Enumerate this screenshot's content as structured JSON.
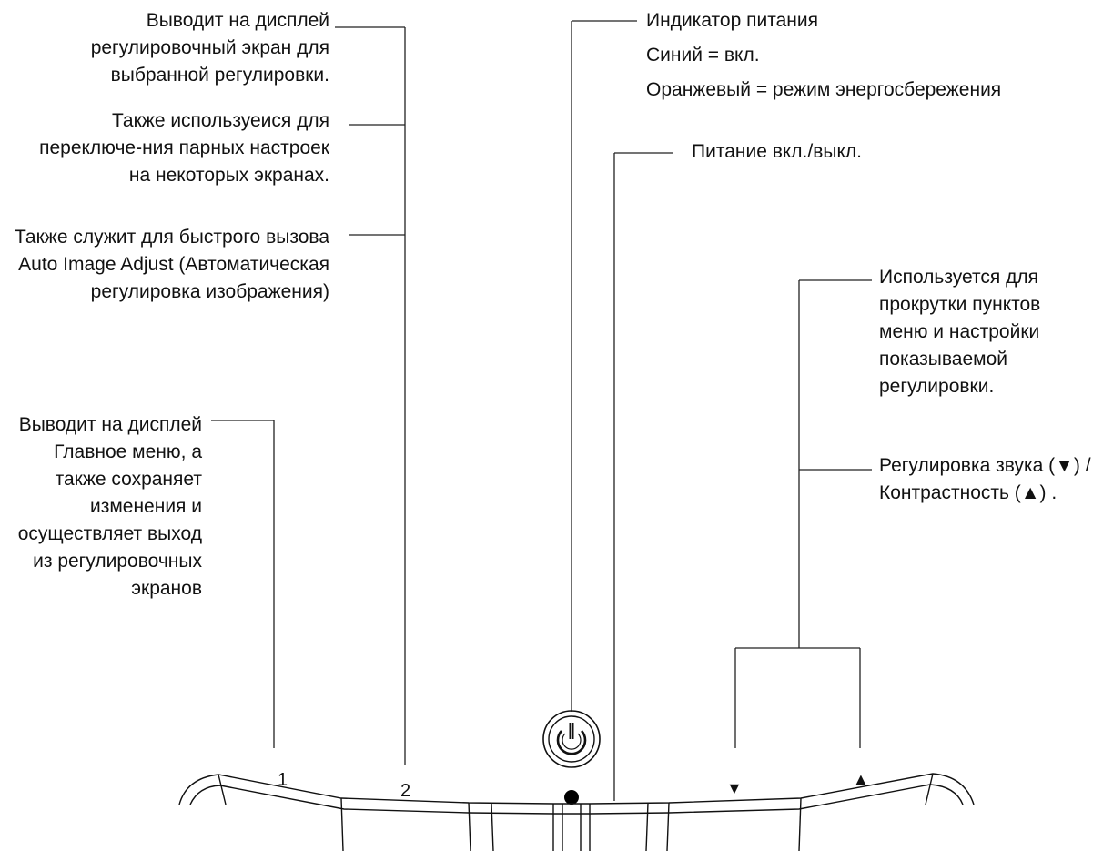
{
  "labels": {
    "display_adjust": "Выводит на дисплей регулировочный экран для выбранной регулировки.",
    "toggle_pairs": "Также используеися для переключе-ния парных настроек на некоторых экранах.",
    "auto_adjust": "Также служит для быстрого вызова Auto Image Adjust (Автоматическая регулировка изображения)",
    "main_menu": "Выводит на дисплей Главное меню, а также сохраняет изменения и осуществляет выход из регулировочных экранов",
    "power_indicator_title": "Индикатор питания",
    "power_indicator_blue": "Синий = вкл.",
    "power_indicator_orange": "Оранжевый = режим энергосбережения",
    "power_onoff": "Питание вкл./выкл.",
    "scroll_menu": "Используется для прокрутки пунктов меню и настройки показываемой регулировки.",
    "volume_contrast": "Регулировка звука (▼) / Контрастность (▲) ."
  },
  "buttons": {
    "btn1": "1",
    "btn2": "2",
    "down_glyph": "▼",
    "up_glyph": "▲",
    "power_icon": "power-icon"
  }
}
